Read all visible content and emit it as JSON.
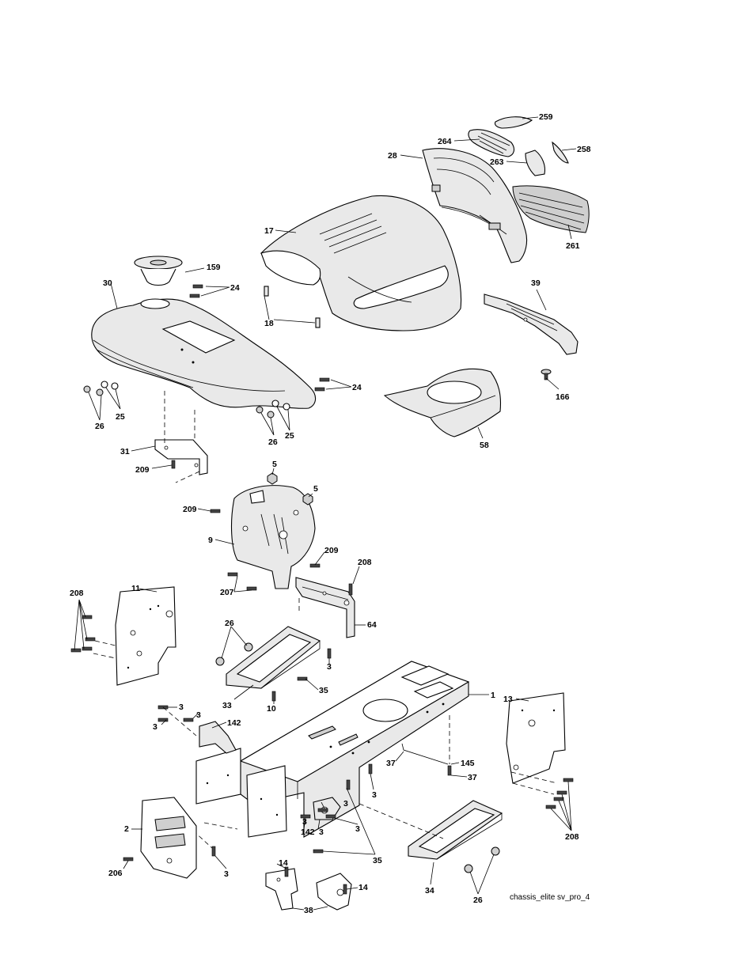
{
  "diagram": {
    "caption": "chassis_elite sv_pro_4",
    "labels": {
      "p259": "259",
      "p264": "264",
      "p258": "258",
      "p28": "28",
      "p263": "263",
      "p261": "261",
      "p17": "17",
      "p159": "159",
      "p30": "30",
      "p24a": "24",
      "p18": "18",
      "p39": "39",
      "p166": "166",
      "p24b": "24",
      "p25a": "25",
      "p26a": "26",
      "p26b": "26",
      "p25b": "25",
      "p58": "58",
      "p31": "31",
      "p209a": "209",
      "p5a": "5",
      "p5b": "5",
      "p209b": "209",
      "p9": "9",
      "p209c": "209",
      "p208a": "208",
      "p207": "207",
      "p11": "11",
      "p208b": "208",
      "p64": "64",
      "p26c": "26",
      "p3a": "3",
      "p35a": "35",
      "p33": "33",
      "p10": "10",
      "p1": "1",
      "p13": "13",
      "p3b": "3",
      "p3c": "3",
      "p3d": "3",
      "p142a": "142",
      "p37a": "37",
      "p145": "145",
      "p37b": "37",
      "p3e": "3",
      "p3f": "3",
      "p3g": "3",
      "p3h": "3",
      "p142b": "142",
      "p3i": "3",
      "p208c": "208",
      "p2": "2",
      "p206": "206",
      "p3j": "3",
      "p35b": "35",
      "p14a": "14",
      "p14b": "14",
      "p38": "38",
      "p34": "34",
      "p26d": "26"
    }
  }
}
